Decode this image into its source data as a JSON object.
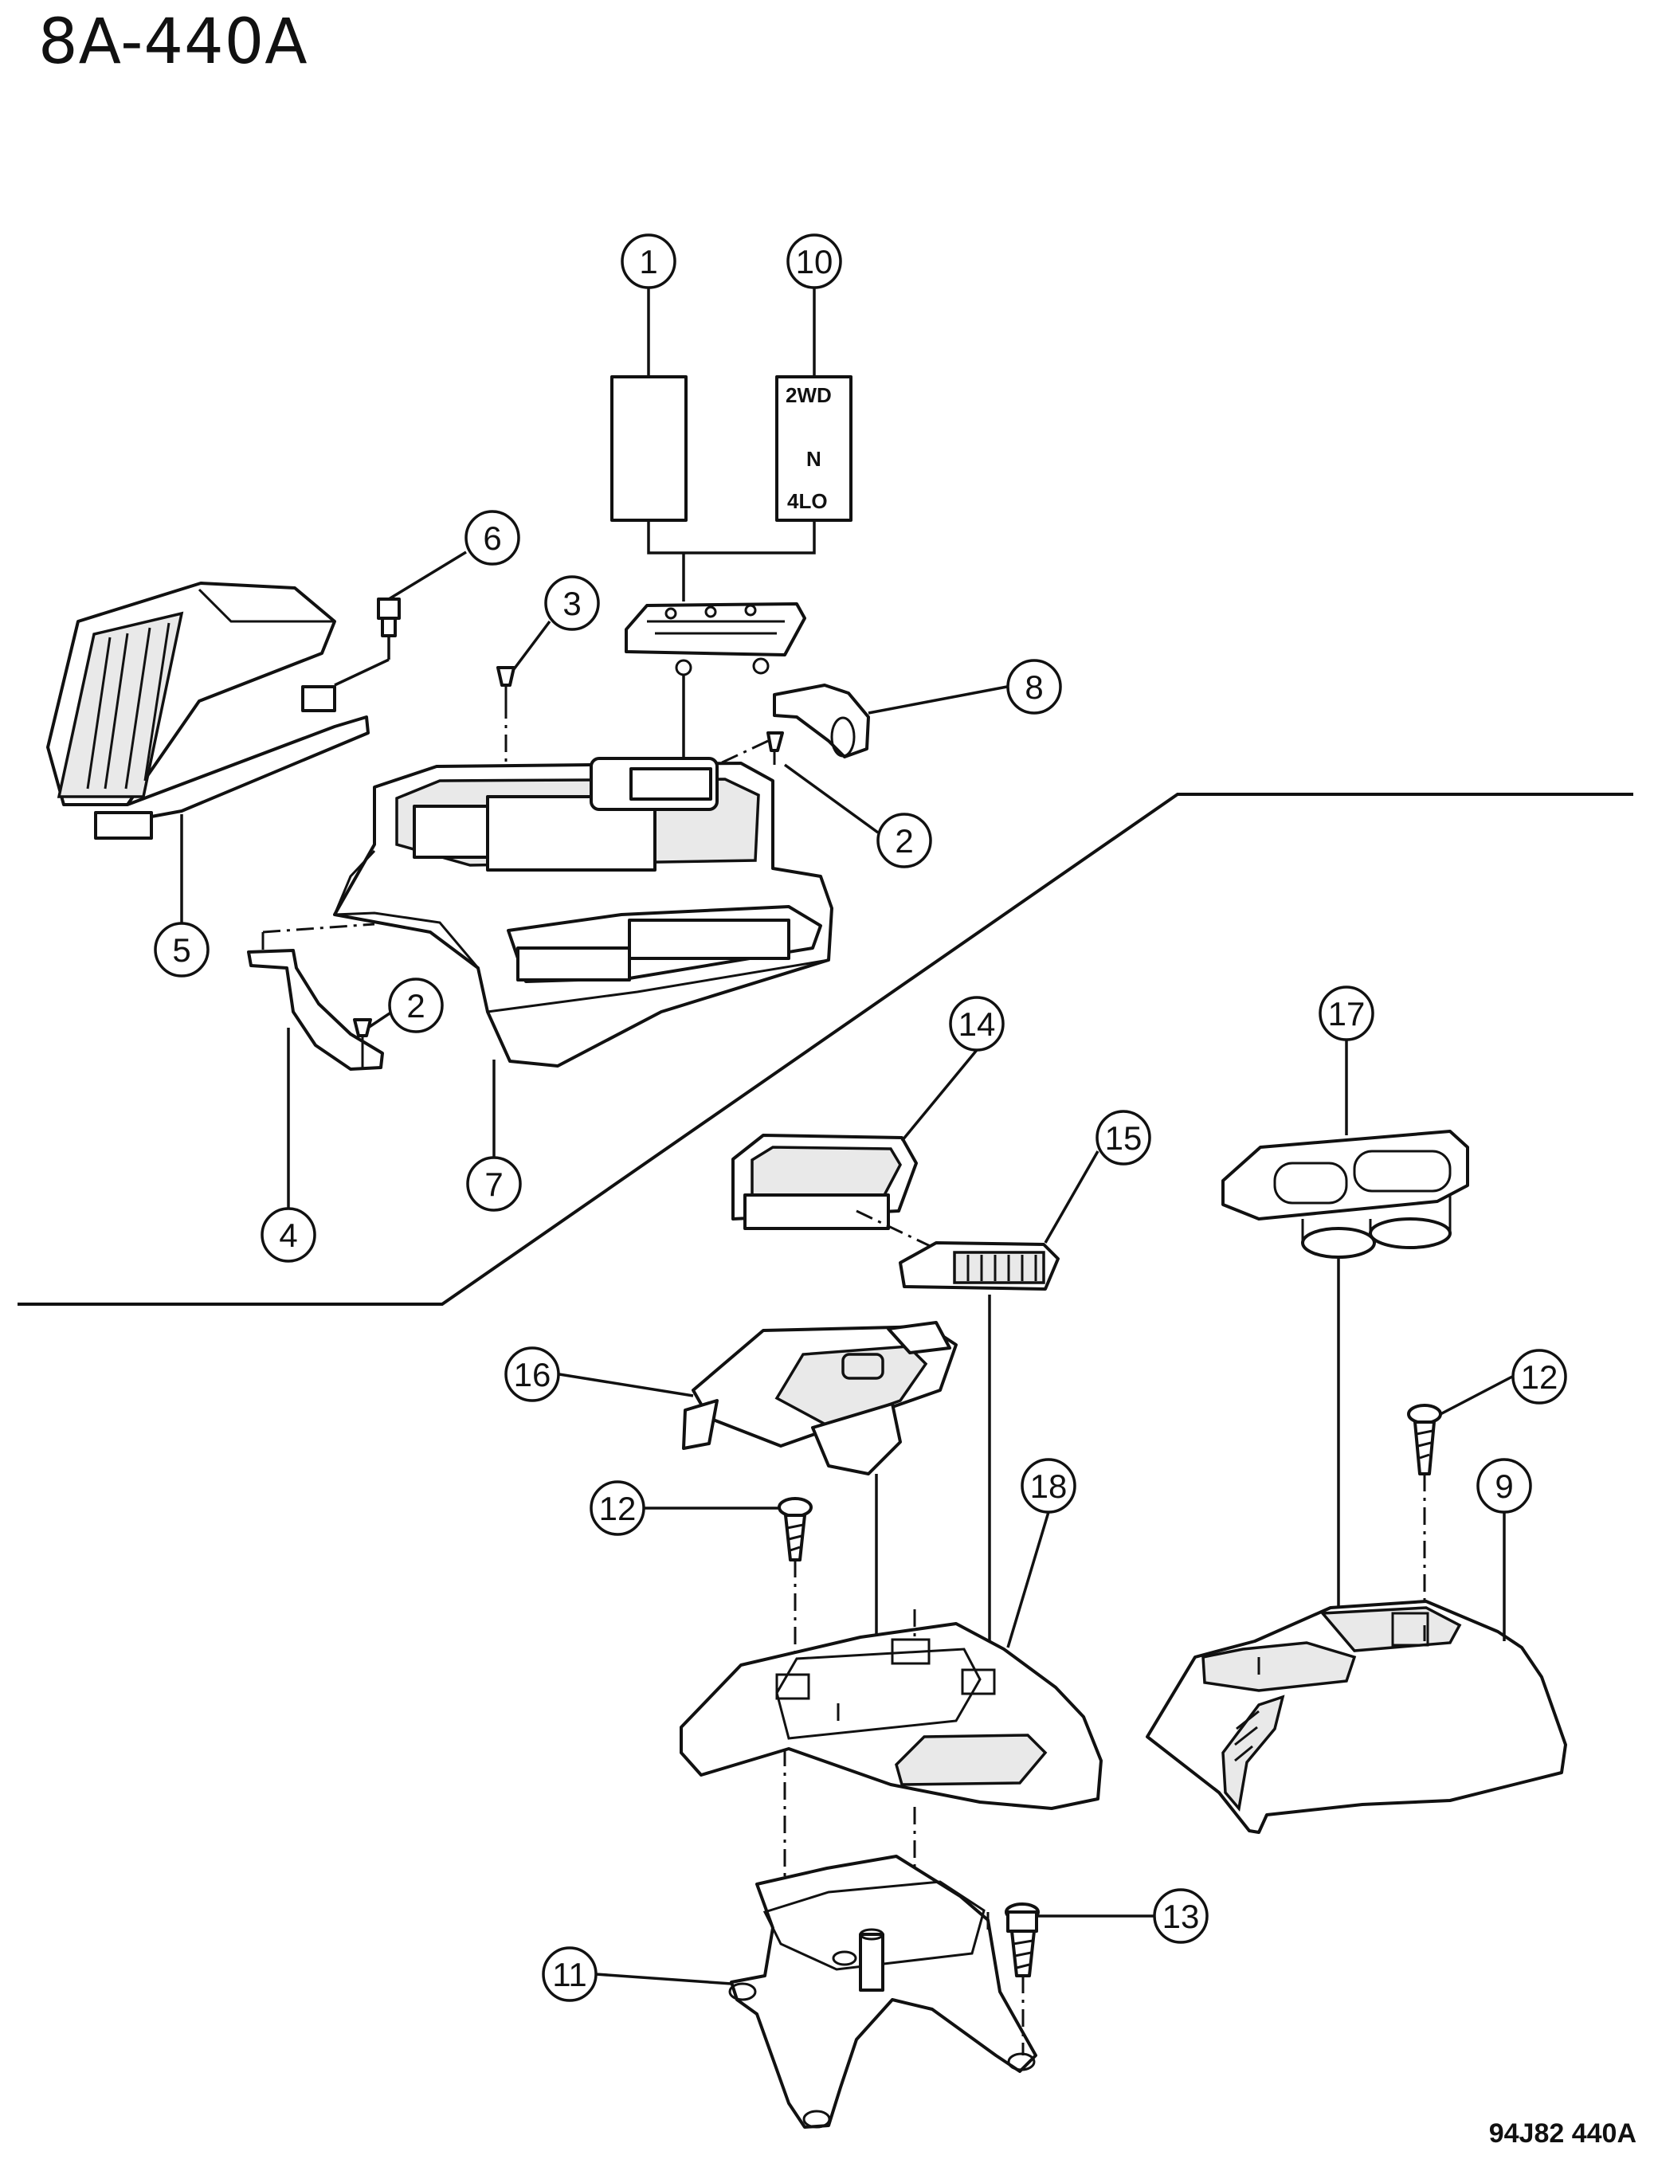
{
  "page_id": "8A-440A",
  "footer_code": "94J82 440A",
  "callouts": {
    "c1": "1",
    "c2a": "2",
    "c2b": "2",
    "c3": "3",
    "c4": "4",
    "c5": "5",
    "c6": "6",
    "c7": "7",
    "c8": "8",
    "c9": "9",
    "c10": "10",
    "c11": "11",
    "c12a": "12",
    "c12b": "12",
    "c13": "13",
    "c14": "14",
    "c15": "15",
    "c16": "16",
    "c17": "17",
    "c18": "18"
  },
  "shift_label": {
    "top": "2WD",
    "middle": "N",
    "bottom": "4LO"
  }
}
